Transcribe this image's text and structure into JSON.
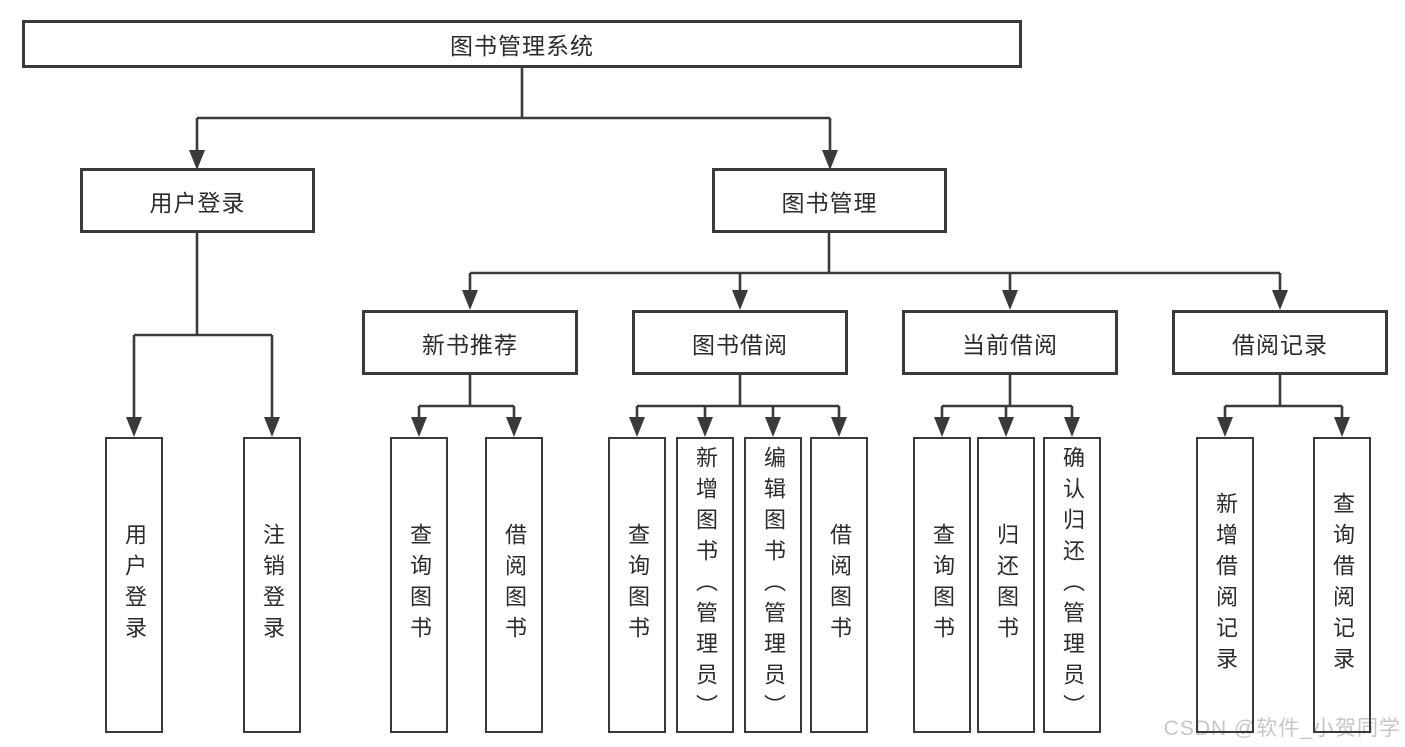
{
  "diagram": {
    "root": {
      "label": "图书管理系统"
    },
    "branches": [
      {
        "label": "用户登录",
        "children": [
          {
            "label": "用户登录"
          },
          {
            "label": "注销登录"
          }
        ]
      },
      {
        "label": "图书管理",
        "children": [
          {
            "label": "新书推荐",
            "children": [
              {
                "label": "查询图书"
              },
              {
                "label": "借阅图书"
              }
            ]
          },
          {
            "label": "图书借阅",
            "children": [
              {
                "label": "查询图书"
              },
              {
                "label": "新增图书（管理员）"
              },
              {
                "label": "编辑图书（管理员）"
              },
              {
                "label": "借阅图书"
              }
            ]
          },
          {
            "label": "当前借阅",
            "children": [
              {
                "label": "查询图书"
              },
              {
                "label": "归还图书"
              },
              {
                "label": "确认归还（管理员）"
              }
            ]
          },
          {
            "label": "借阅记录",
            "children": [
              {
                "label": "新增借阅记录"
              },
              {
                "label": "查询借阅记录"
              }
            ]
          }
        ]
      }
    ]
  },
  "watermark": {
    "text": "CSDN @软件_小贺同学"
  },
  "colors": {
    "line": "#3a3a3a",
    "text": "#2b2b2b",
    "background": "#ffffff",
    "watermark": "#c6c6c6"
  }
}
